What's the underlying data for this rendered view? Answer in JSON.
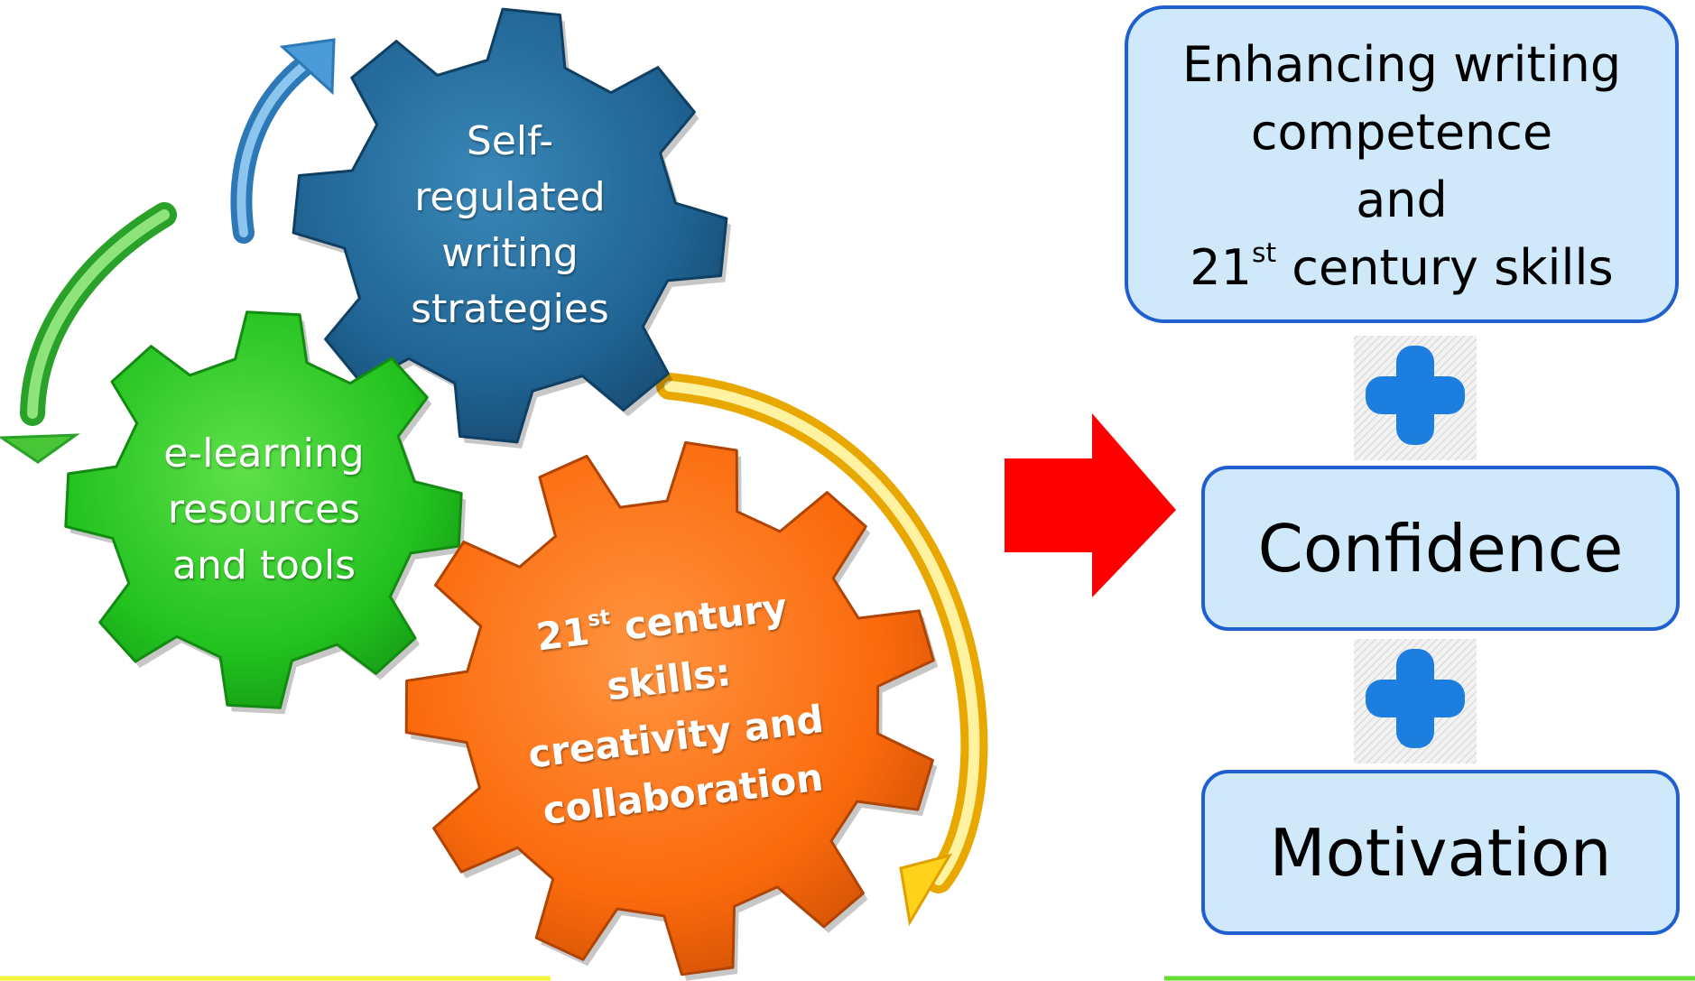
{
  "colors": {
    "gear_blue": "#1f6393",
    "gear_green": "#22c21f",
    "gear_orange": "#fb6a0c",
    "arrow_blue": "#4a9bd8",
    "arrow_green": "#49c636",
    "arrow_yellow": "#ffd21c",
    "big_arrow_red": "#ff0000",
    "box_fill": "#cfe9fb",
    "box_border": "#1f5fd0",
    "plus": "#1c7fe0"
  },
  "gears": {
    "self_regulated": {
      "lines": [
        "Self-",
        "regulated",
        "writing",
        "strategies"
      ]
    },
    "elearning": {
      "lines": [
        "e-learning",
        "resources",
        "and tools"
      ]
    },
    "century": {
      "line1_main": "21",
      "line1_sup": "st",
      "line1_rest": " century",
      "line2": "skills:",
      "line3": "creativity and",
      "line4": "collaboration"
    }
  },
  "outcomes": {
    "competence": {
      "line1": "Enhancing writing",
      "line2": "competence",
      "line3": "and",
      "line4_main": "21",
      "line4_sup": "st",
      "line4_rest": " century skills"
    },
    "plus_icon": "plus-icon",
    "confidence": "Confidence",
    "motivation": "Motivation"
  }
}
